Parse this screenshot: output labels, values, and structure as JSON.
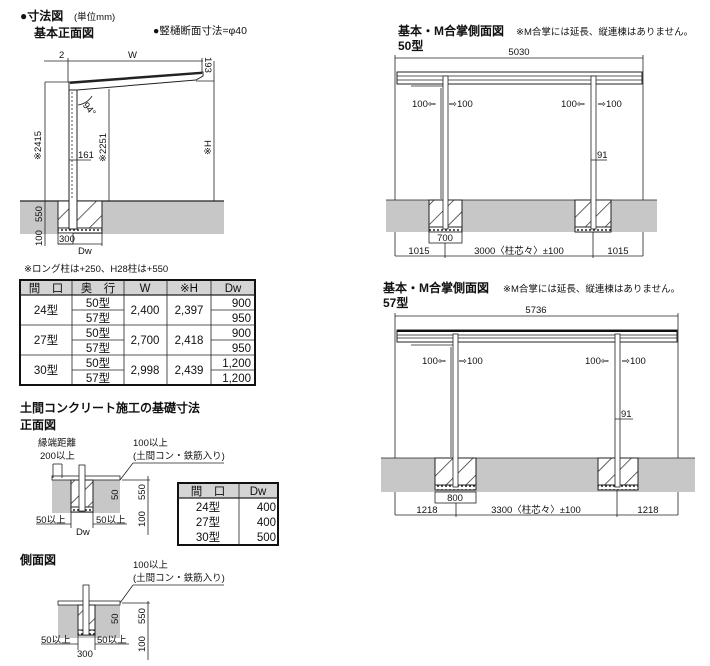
{
  "header": {
    "title": "●寸法図",
    "unit": "(単位mm)",
    "front_view_title": "基本正面図",
    "gutter_note": "●竪樋断面寸法=φ40"
  },
  "front_view": {
    "dim_2": "2",
    "dim_w": "W",
    "dim_193": "193",
    "angle": "94°",
    "dim_2415": "※2415",
    "dim_161": "161",
    "dim_2251": "※2251",
    "dim_h": "※H",
    "dim_550": "550",
    "dim_100": "100",
    "dim_300": "300",
    "dim_dw": "Dw"
  },
  "size_table": {
    "note": "※ロング柱は+250、H28柱は+550",
    "headers": [
      "間　口",
      "奥　行",
      "W",
      "※H",
      "Dw"
    ],
    "groups": [
      {
        "width": "24型",
        "w": "2,400",
        "h": "2,397",
        "rows": [
          {
            "depth": "50型",
            "dw": "900"
          },
          {
            "depth": "57型",
            "dw": "950"
          }
        ]
      },
      {
        "width": "27型",
        "w": "2,700",
        "h": "2,418",
        "rows": [
          {
            "depth": "50型",
            "dw": "900"
          },
          {
            "depth": "57型",
            "dw": "950"
          }
        ]
      },
      {
        "width": "30型",
        "w": "2,998",
        "h": "2,439",
        "rows": [
          {
            "depth": "50型",
            "dw": "1,200"
          },
          {
            "depth": "57型",
            "dw": "1,200"
          }
        ]
      }
    ]
  },
  "foundation": {
    "title": "土間コンクリート施工の基礎寸法",
    "front_title": "正面図",
    "edge_distance": "縁端距離",
    "min_200": "200以上",
    "min_100": "100以上",
    "slab_note": "(土間コン・鉄筋入り)",
    "dim_50": "50",
    "dim_550": "550",
    "dim_100": "100",
    "min_50_left": "50以上",
    "min_50_right": "50以上",
    "dim_dw": "Dw",
    "side_title": "側面図",
    "dim_300": "300",
    "table": {
      "headers": [
        "間　口",
        "Dw"
      ],
      "rows": [
        {
          "width": "24型",
          "dw": "400"
        },
        {
          "width": "27型",
          "dw": "400"
        },
        {
          "width": "30型",
          "dw": "500"
        }
      ]
    }
  },
  "side_50": {
    "title": "基本・M合掌側面図",
    "note": "※M合掌には延長、縦連棟はありません。",
    "model": "50型",
    "total": "5030",
    "left_in": "100⇦",
    "left_out": "⇨100",
    "right_in": "100⇦",
    "right_out": "⇨100",
    "dim_91": "91",
    "footing": "700",
    "overhang_left": "1015",
    "span": "3000〈柱芯々〉±100",
    "overhang_right": "1015"
  },
  "side_57": {
    "title": "基本・M合掌側面図",
    "note": "※M合掌には延長、縦連棟はありません。",
    "model": "57型",
    "total": "5736",
    "left_in": "100⇦",
    "left_out": "⇨100",
    "right_in": "100⇦",
    "right_out": "⇨100",
    "dim_91": "91",
    "footing": "800",
    "overhang_left": "1218",
    "span": "3300〈柱芯々〉±100",
    "overhang_right": "1218"
  }
}
